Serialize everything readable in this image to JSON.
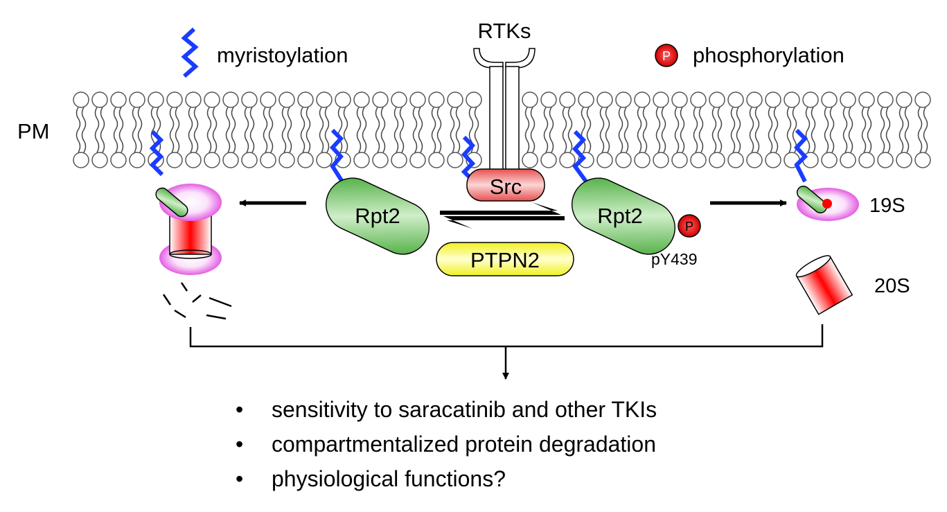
{
  "legend": {
    "myristoylation": "myristoylation",
    "phosphorylation": "phosphorylation",
    "phospho_symbol": "P"
  },
  "labels": {
    "rtks": "RTKs",
    "pm": "PM",
    "src": "Src",
    "rpt2_left": "Rpt2",
    "rpt2_right": "Rpt2",
    "ptpn2": "PTPN2",
    "phospho_site_symbol": "P",
    "phospho_site": "pY439",
    "s19": "19S",
    "s20": "20S"
  },
  "outcomes": [
    "sensitivity to saracatinib and other TKIs",
    "compartmentalized protein degradation",
    "physiological functions?"
  ],
  "bullet": "•",
  "colors": {
    "myristoyl": "#1a3cff",
    "phospho": "#e00000",
    "rpt2": "#4caf3f",
    "src": "#e85a5a",
    "ptpn2": "#f5f542",
    "proteasome_cap": "#e060e0"
  }
}
